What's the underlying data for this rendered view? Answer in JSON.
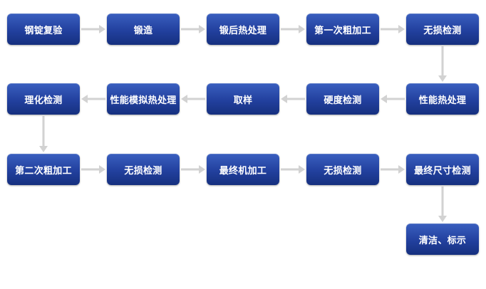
{
  "steps": [
    "钢锭复验",
    "锻造",
    "锻后热处理",
    "第一次粗加工",
    "无损检测",
    "性能热处理",
    "硬度检测",
    "取样",
    "性能模拟热处理",
    "理化检测",
    "第二次粗加工",
    "无损检测",
    "最终机加工",
    "无损检测",
    "最终尺寸检测",
    "清洁、标示"
  ],
  "colors": {
    "node_top": "#3a5fbf",
    "node_bottom": "#16307f",
    "arrow": "#d2d2d2"
  }
}
